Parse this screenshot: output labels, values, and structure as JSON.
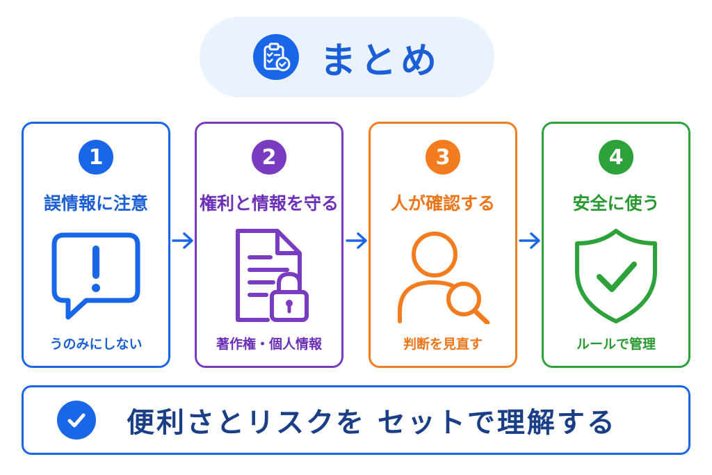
{
  "title": "まとめ",
  "colors": {
    "blue": "#1a66e8",
    "purple": "#7a3bc0",
    "orange": "#f37c1e",
    "green": "#2ea23a",
    "navy": "#1a3f86"
  },
  "steps": [
    {
      "number": "1",
      "heading": "誤情報に注意",
      "sub": "うのみにしない",
      "icon": "exclamation-speech-bubble-icon"
    },
    {
      "number": "2",
      "heading": "権利と情報を守る",
      "sub": "著作権・個人情報",
      "icon": "document-lock-icon"
    },
    {
      "number": "3",
      "heading": "人が確認する",
      "sub": "判断を見直す",
      "icon": "person-magnifier-icon"
    },
    {
      "number": "4",
      "heading": "安全に使う",
      "sub": "ルールで管理",
      "icon": "shield-check-icon"
    }
  ],
  "summary": "便利さとリスクを セットで理解する"
}
